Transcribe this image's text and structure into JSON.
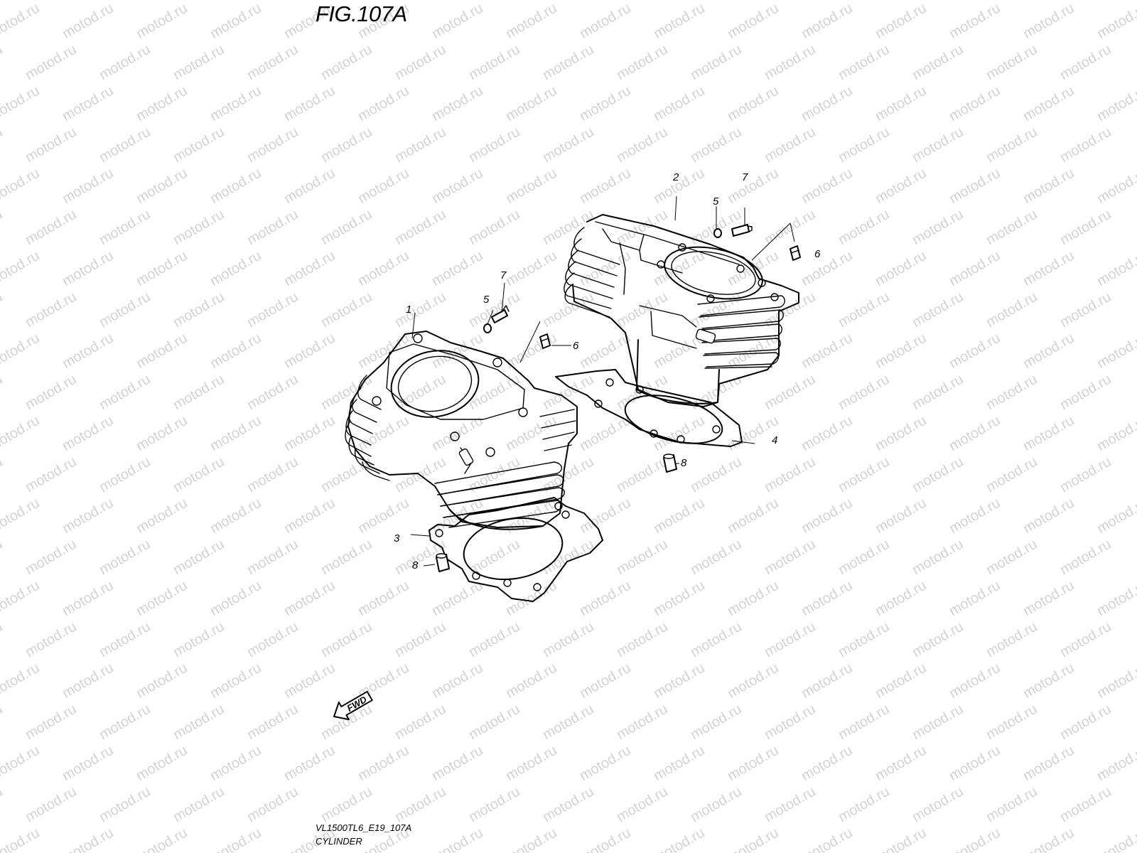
{
  "figure": {
    "title": "FIG.107A",
    "code": "VL1500TL6_E19_107A",
    "name": "CYLINDER"
  },
  "watermark": {
    "text": "motod.ru",
    "color": "#d3d3d3"
  },
  "direction_marker": {
    "label": "FWD",
    "icon": "arrow-left-down-icon"
  },
  "callouts": [
    {
      "id": "1",
      "label": "1",
      "part": "front-cylinder"
    },
    {
      "id": "2",
      "label": "2",
      "part": "rear-cylinder"
    },
    {
      "id": "3",
      "label": "3",
      "part": "front-cylinder-base-gasket"
    },
    {
      "id": "4",
      "label": "4",
      "part": "rear-cylinder-base-gasket"
    },
    {
      "id": "5a",
      "label": "5",
      "part": "washer-front"
    },
    {
      "id": "5b",
      "label": "5",
      "part": "washer-rear"
    },
    {
      "id": "6a",
      "label": "6",
      "part": "dowel-pin-front"
    },
    {
      "id": "6b",
      "label": "6",
      "part": "dowel-pin-rear"
    },
    {
      "id": "7a",
      "label": "7",
      "part": "stud-front"
    },
    {
      "id": "7b",
      "label": "7",
      "part": "stud-rear"
    },
    {
      "id": "8a",
      "label": "8",
      "part": "base-dowel-front"
    },
    {
      "id": "8b",
      "label": "8",
      "part": "base-dowel-rear"
    }
  ]
}
